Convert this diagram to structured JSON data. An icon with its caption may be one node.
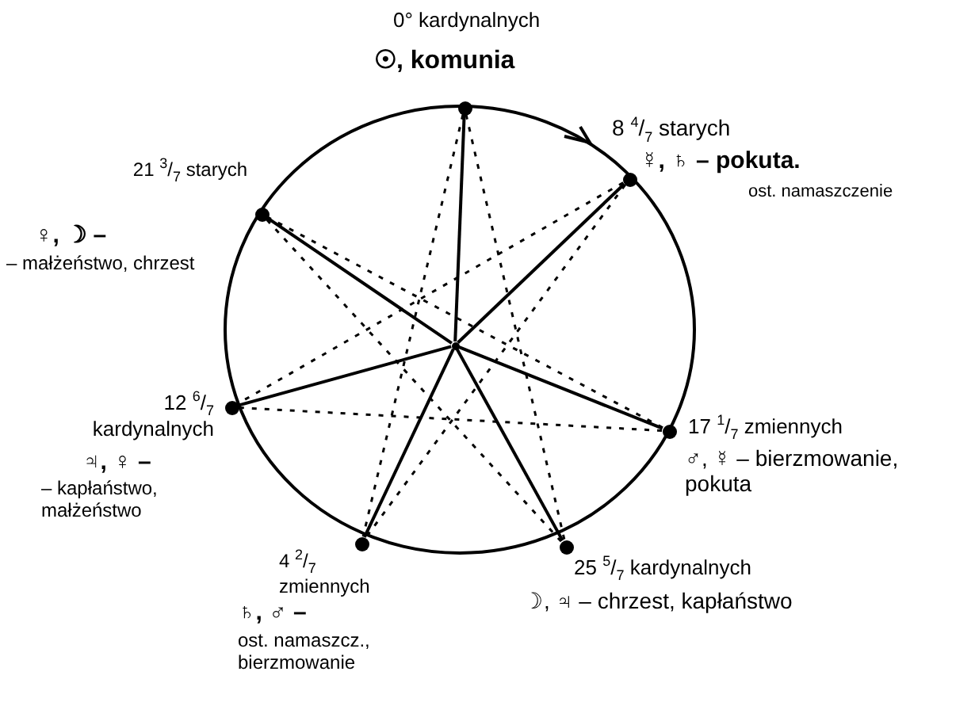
{
  "diagram": {
    "nodes": [
      {
        "text": [],
        "shape": "circle",
        "beside": [
          "0° kardynalnych",
          "☉, komunia"
        ]
      },
      {
        "text": [],
        "shape": "circle",
        "beside": [
          "8 $^{4}$/$_{7}$ starych",
          "☿, ♄ – pokuta.",
          "ost. namaszczenie"
        ]
      },
      {
        "text": [],
        "shape": "circle",
        "beside": [
          "17 $^{1}$/$_{7}$ zmiennych",
          "♂, ☿ – bierzmowanie, pokuta"
        ]
      },
      {
        "text": [],
        "shape": "circle",
        "beside": [
          "25 $^{5}$/$_{7}$ kardynalnych",
          "☽, ♃ – chrzest, kapłaństwo"
        ]
      },
      {
        "text": [],
        "shape": "circle",
        "beside": [
          "4 $^{2}$/$_{7}$ zmiennych",
          "♄, ♂ –",
          "ost. namaszcz., bierzmowanie"
        ]
      },
      {
        "text": [],
        "shape": "circle",
        "beside": [
          "12 $^{6}$/$_{7}$ kardynalnych",
          "♃, ♀ –",
          "– kapłaństwo, małżeństwo"
        ]
      },
      {
        "text": [],
        "shape": "circle",
        "beside": [
          "21 $^{3}$/$_{7}$ starych",
          "♀, ☽ –",
          "– małżeństwo, chrzest"
        ]
      },
      {
        "text": [],
        "shape": "circle"
      }
    ],
    "edges": [
      {
        "from": 7,
        "to": 0,
        "arrow": "none"
      },
      {
        "from": 7,
        "to": 1,
        "arrow": "none"
      },
      {
        "from": 7,
        "to": 2,
        "arrow": "none"
      },
      {
        "from": 7,
        "to": 3,
        "arrow": "none"
      },
      {
        "from": 7,
        "to": 4,
        "arrow": "none"
      },
      {
        "from": 7,
        "to": 5,
        "arrow": "none"
      },
      {
        "from": 7,
        "to": 6,
        "arrow": "none"
      },
      {
        "from": 0,
        "to": 3,
        "arrow": "none",
        "style": "dashed"
      },
      {
        "from": 0,
        "to": 4,
        "arrow": "none",
        "style": "dashed"
      },
      {
        "from": 1,
        "to": 4,
        "arrow": "none",
        "style": "dashed"
      },
      {
        "from": 1,
        "to": 5,
        "arrow": "none",
        "style": "dashed"
      },
      {
        "from": 2,
        "to": 5,
        "arrow": "none",
        "style": "dashed"
      },
      {
        "from": 2,
        "to": 6,
        "arrow": "none",
        "style": "dashed"
      },
      {
        "from": 3,
        "to": 6,
        "arrow": "none",
        "style": "dashed"
      }
    ]
  }
}
